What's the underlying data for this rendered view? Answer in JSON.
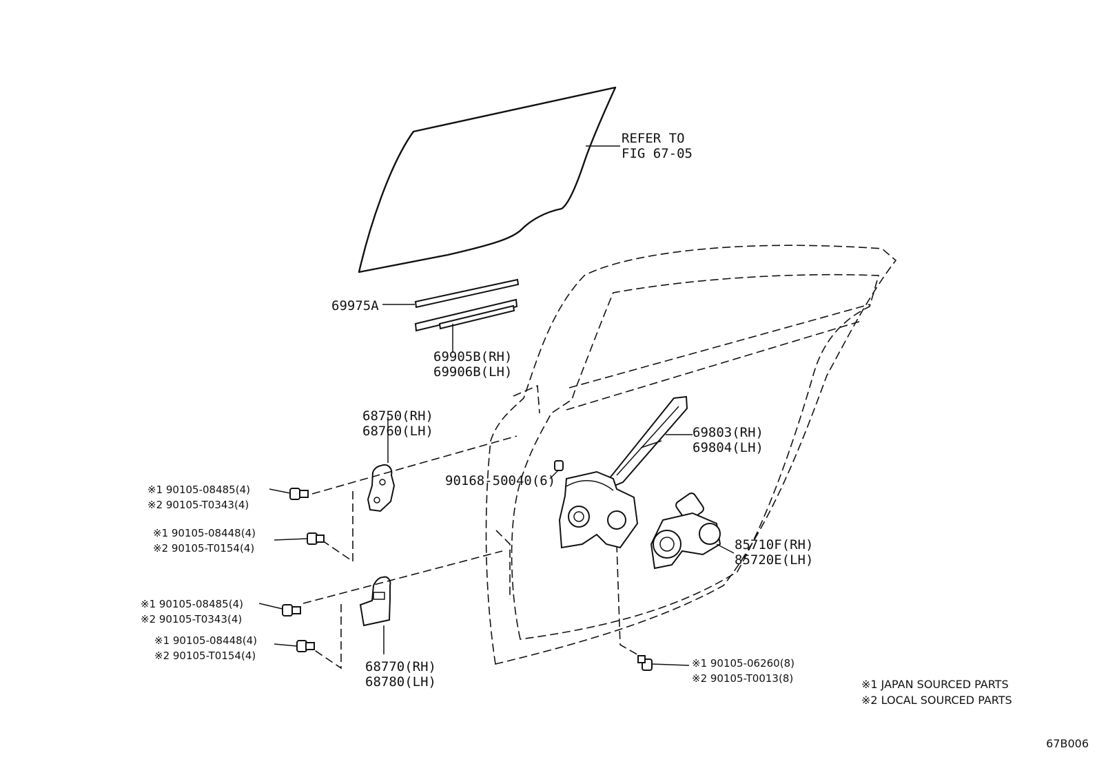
{
  "refer": {
    "line1": "REFER TO",
    "line2": "FIG 67-05"
  },
  "parts": {
    "p69975A": "69975A",
    "p69905B": "69905B(RH)",
    "p69906B": "69906B(LH)",
    "p68750": "68750(RH)",
    "p68760": "68760(LH)",
    "p69803": "69803(RH)",
    "p69804": "69804(LH)",
    "p90168": "90168-50040(6)",
    "p85710F": "85710F(RH)",
    "p85720E": "85720E(LH)",
    "p68770": "68770(RH)",
    "p68780": "68780(LH)"
  },
  "fasteners": {
    "f1a": "※1 90105-08485(4)",
    "f1b": "※2 90105-T0343(4)",
    "f2a": "※1 90105-08448(4)",
    "f2b": "※2 90105-T0154(4)",
    "f3a": "※1 90105-08485(4)",
    "f3b": "※2 90105-T0343(4)",
    "f4a": "※1 90105-08448(4)",
    "f4b": "※2 90105-T0154(4)",
    "f5a": "※1 90105-06260(8)",
    "f5b": "※2 90105-T0013(8)"
  },
  "legend": {
    "l1": "※1 JAPAN SOURCED PARTS",
    "l2": "※2 LOCAL SOURCED PARTS"
  },
  "figure_id": "67B006"
}
